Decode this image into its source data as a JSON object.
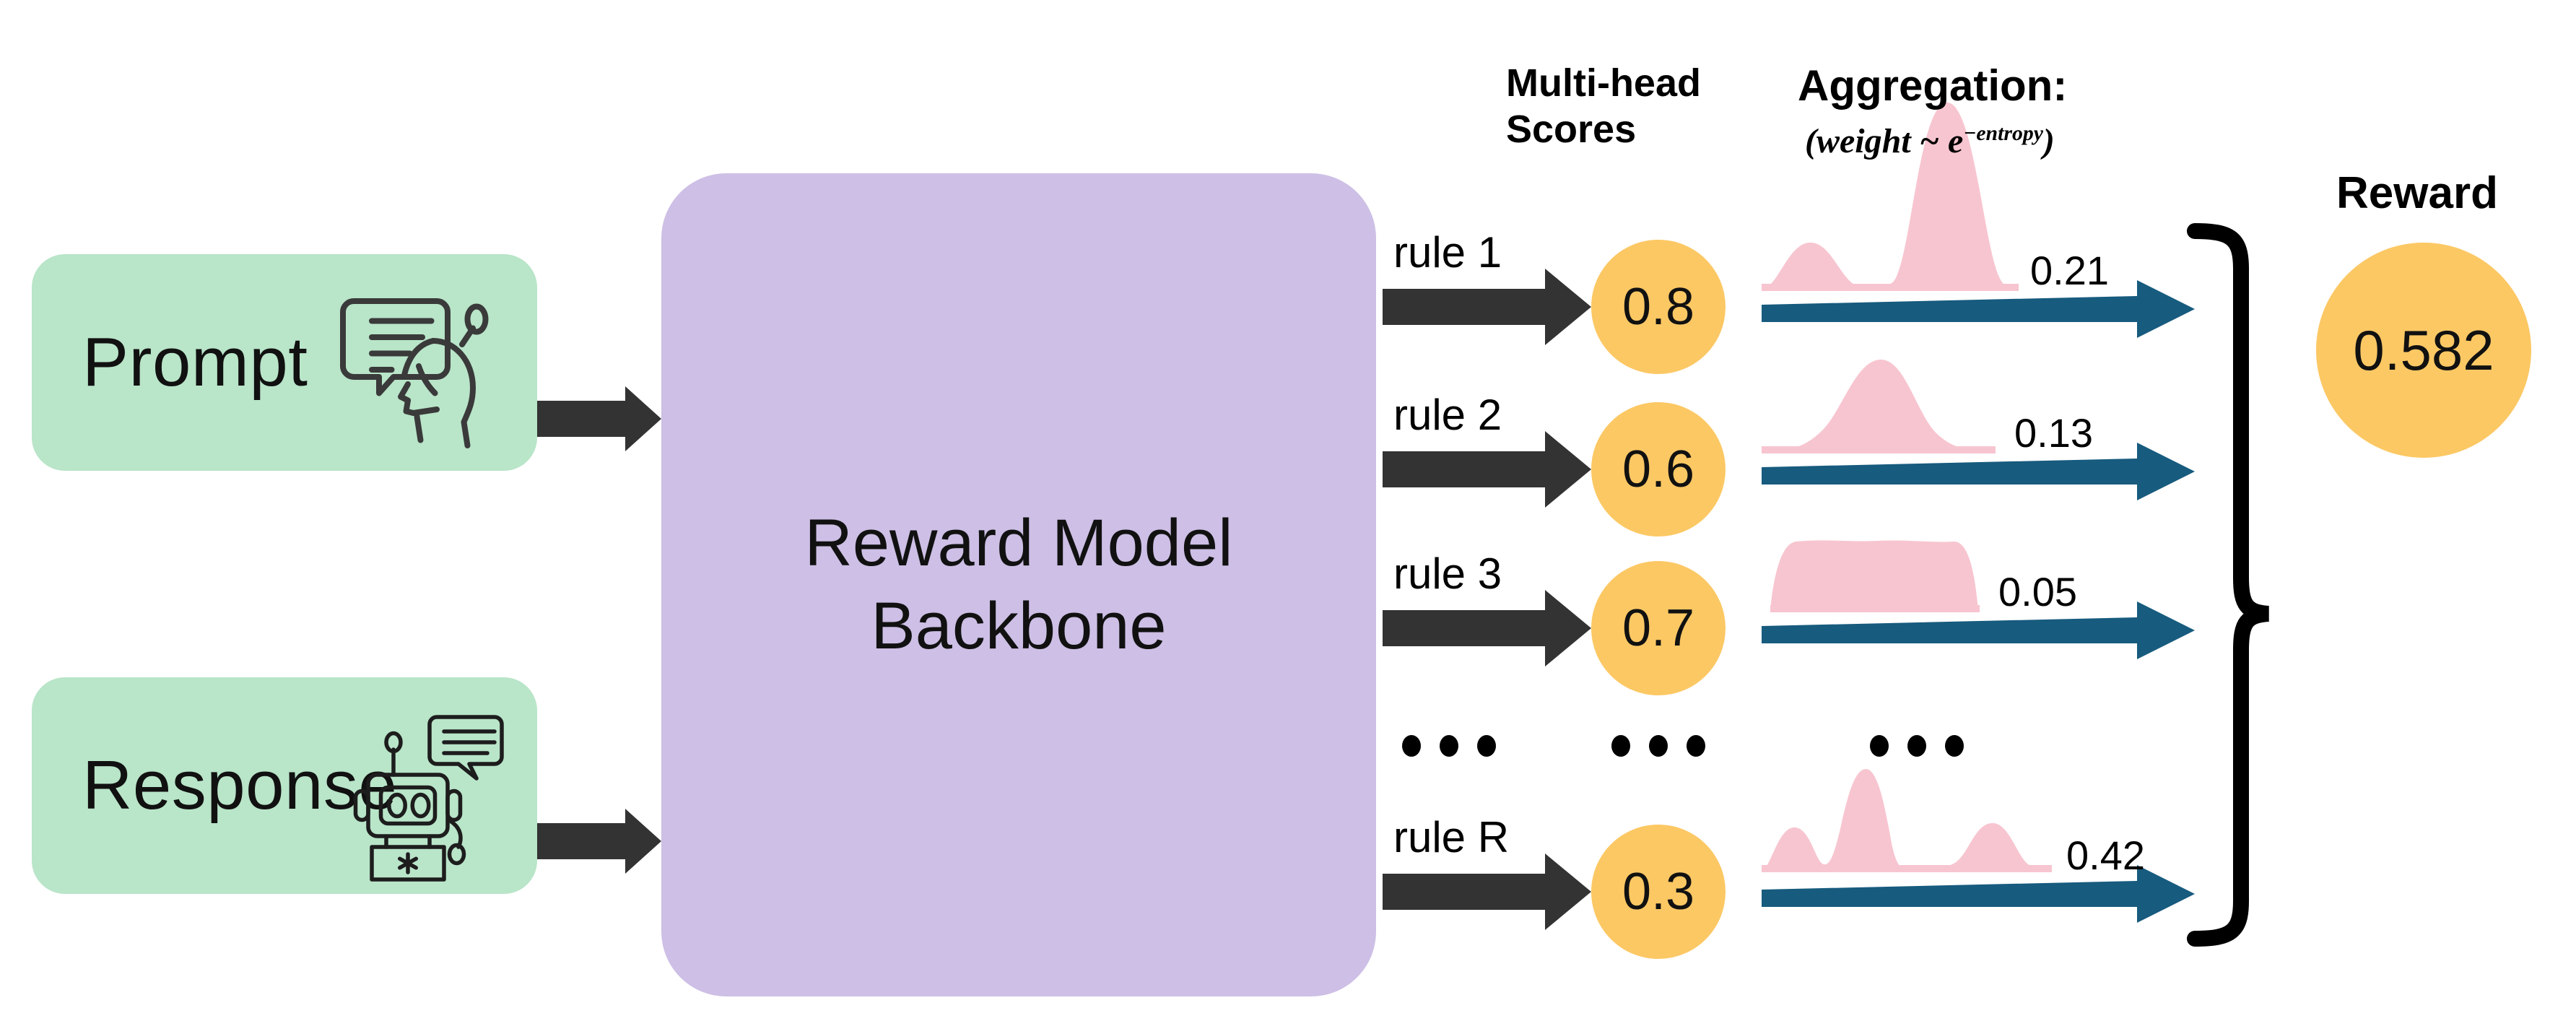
{
  "figure": {
    "title": "Multi-head rule-based reward model with entropy-weighted aggregation"
  },
  "inputs": [
    {
      "label": "Prompt",
      "icon": "person-speech-document-icon"
    },
    {
      "label": "Response",
      "icon": "robot-speech-bubble-icon"
    }
  ],
  "backbone": {
    "label": "Reward Model\nBackbone"
  },
  "headers": {
    "multi_head_scores": "Multi-head\nScores",
    "aggregation": "Aggregation:",
    "aggregation_formula_prefix": "(weight ~ e",
    "aggregation_formula_exponent": "−entropy",
    "aggregation_formula_suffix": ")"
  },
  "rows": [
    {
      "rule": "rule 1",
      "score": "0.8",
      "weight": "0.21",
      "shape": "bimodal-small-left-tall-right"
    },
    {
      "rule": "rule 2",
      "score": "0.6",
      "weight": "0.13",
      "shape": "unimodal-bell"
    },
    {
      "rule": "rule 3",
      "score": "0.7",
      "weight": "0.05",
      "shape": "uniform-plateau"
    },
    {
      "rule": "rule R",
      "score": "0.3",
      "weight": "0.42",
      "shape": "trimodal"
    }
  ],
  "ellipsis": {
    "glyph": "•••",
    "count": 3
  },
  "output": {
    "label": "Reward",
    "value": "0.582"
  },
  "colors": {
    "input_box": "#b9e5c9",
    "backbone_box": "#cdbfe5",
    "score_circle": "#fcc864",
    "reward_circle": "#fcc864",
    "distribution": "#f7c5d0",
    "weight_arrow": "#175b7e",
    "flow_arrow": "#333333",
    "brace": "#000000",
    "background": "#ffffff",
    "text": "#000000"
  },
  "chart_data": {
    "type": "line",
    "title": "Per-rule score distributions (entropy proxy)",
    "series": [
      {
        "name": "rule 1",
        "score": 0.8,
        "weight": 0.21,
        "entropy_shape": "bimodal"
      },
      {
        "name": "rule 2",
        "score": 0.6,
        "weight": 0.13,
        "entropy_shape": "unimodal"
      },
      {
        "name": "rule 3",
        "score": 0.7,
        "weight": 0.05,
        "entropy_shape": "uniform"
      },
      {
        "name": "rule R",
        "score": 0.3,
        "weight": 0.42,
        "entropy_shape": "trimodal"
      }
    ],
    "aggregate": 0.582
  }
}
